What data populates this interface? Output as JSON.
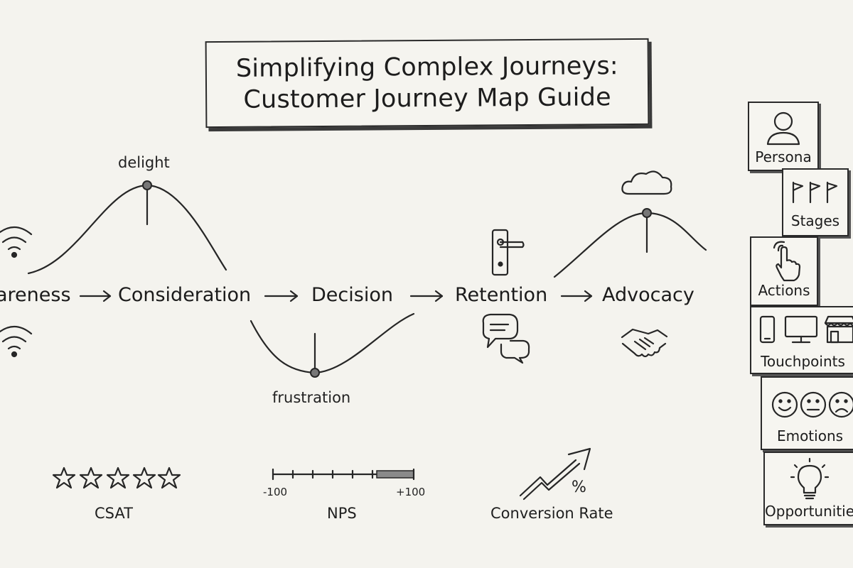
{
  "title": {
    "line1": "Simplifying Complex Journeys:",
    "line2": "Customer Journey Map Guide"
  },
  "stages": [
    "areness",
    "Consideration",
    "Decision",
    "Retention",
    "Advocacy"
  ],
  "emotion_labels": {
    "high": "delight",
    "low": "frustration"
  },
  "metrics": {
    "csat": "CSAT",
    "nps": "NPS",
    "nps_min": "-100",
    "nps_max": "+100",
    "conversion": "Conversion Rate",
    "conversion_symbol": "%"
  },
  "sidebar": {
    "items": [
      {
        "label": "Persona",
        "icon": "person-icon"
      },
      {
        "label": "Stages",
        "icon": "flags-icon"
      },
      {
        "label": "Actions",
        "icon": "pointer-hand-icon"
      },
      {
        "label": "Touchpoints",
        "icon": "devices-store-icon"
      },
      {
        "label": "Emotions",
        "icon": "faces-icon"
      },
      {
        "label": "Opportunities",
        "icon": "lightbulb-icon"
      }
    ]
  },
  "icons": [
    "wifi-icon",
    "door-handle-icon",
    "chat-bubbles-icon",
    "cloud-icon",
    "handshake-icon",
    "stars-icon",
    "trend-up-arrow-icon"
  ]
}
